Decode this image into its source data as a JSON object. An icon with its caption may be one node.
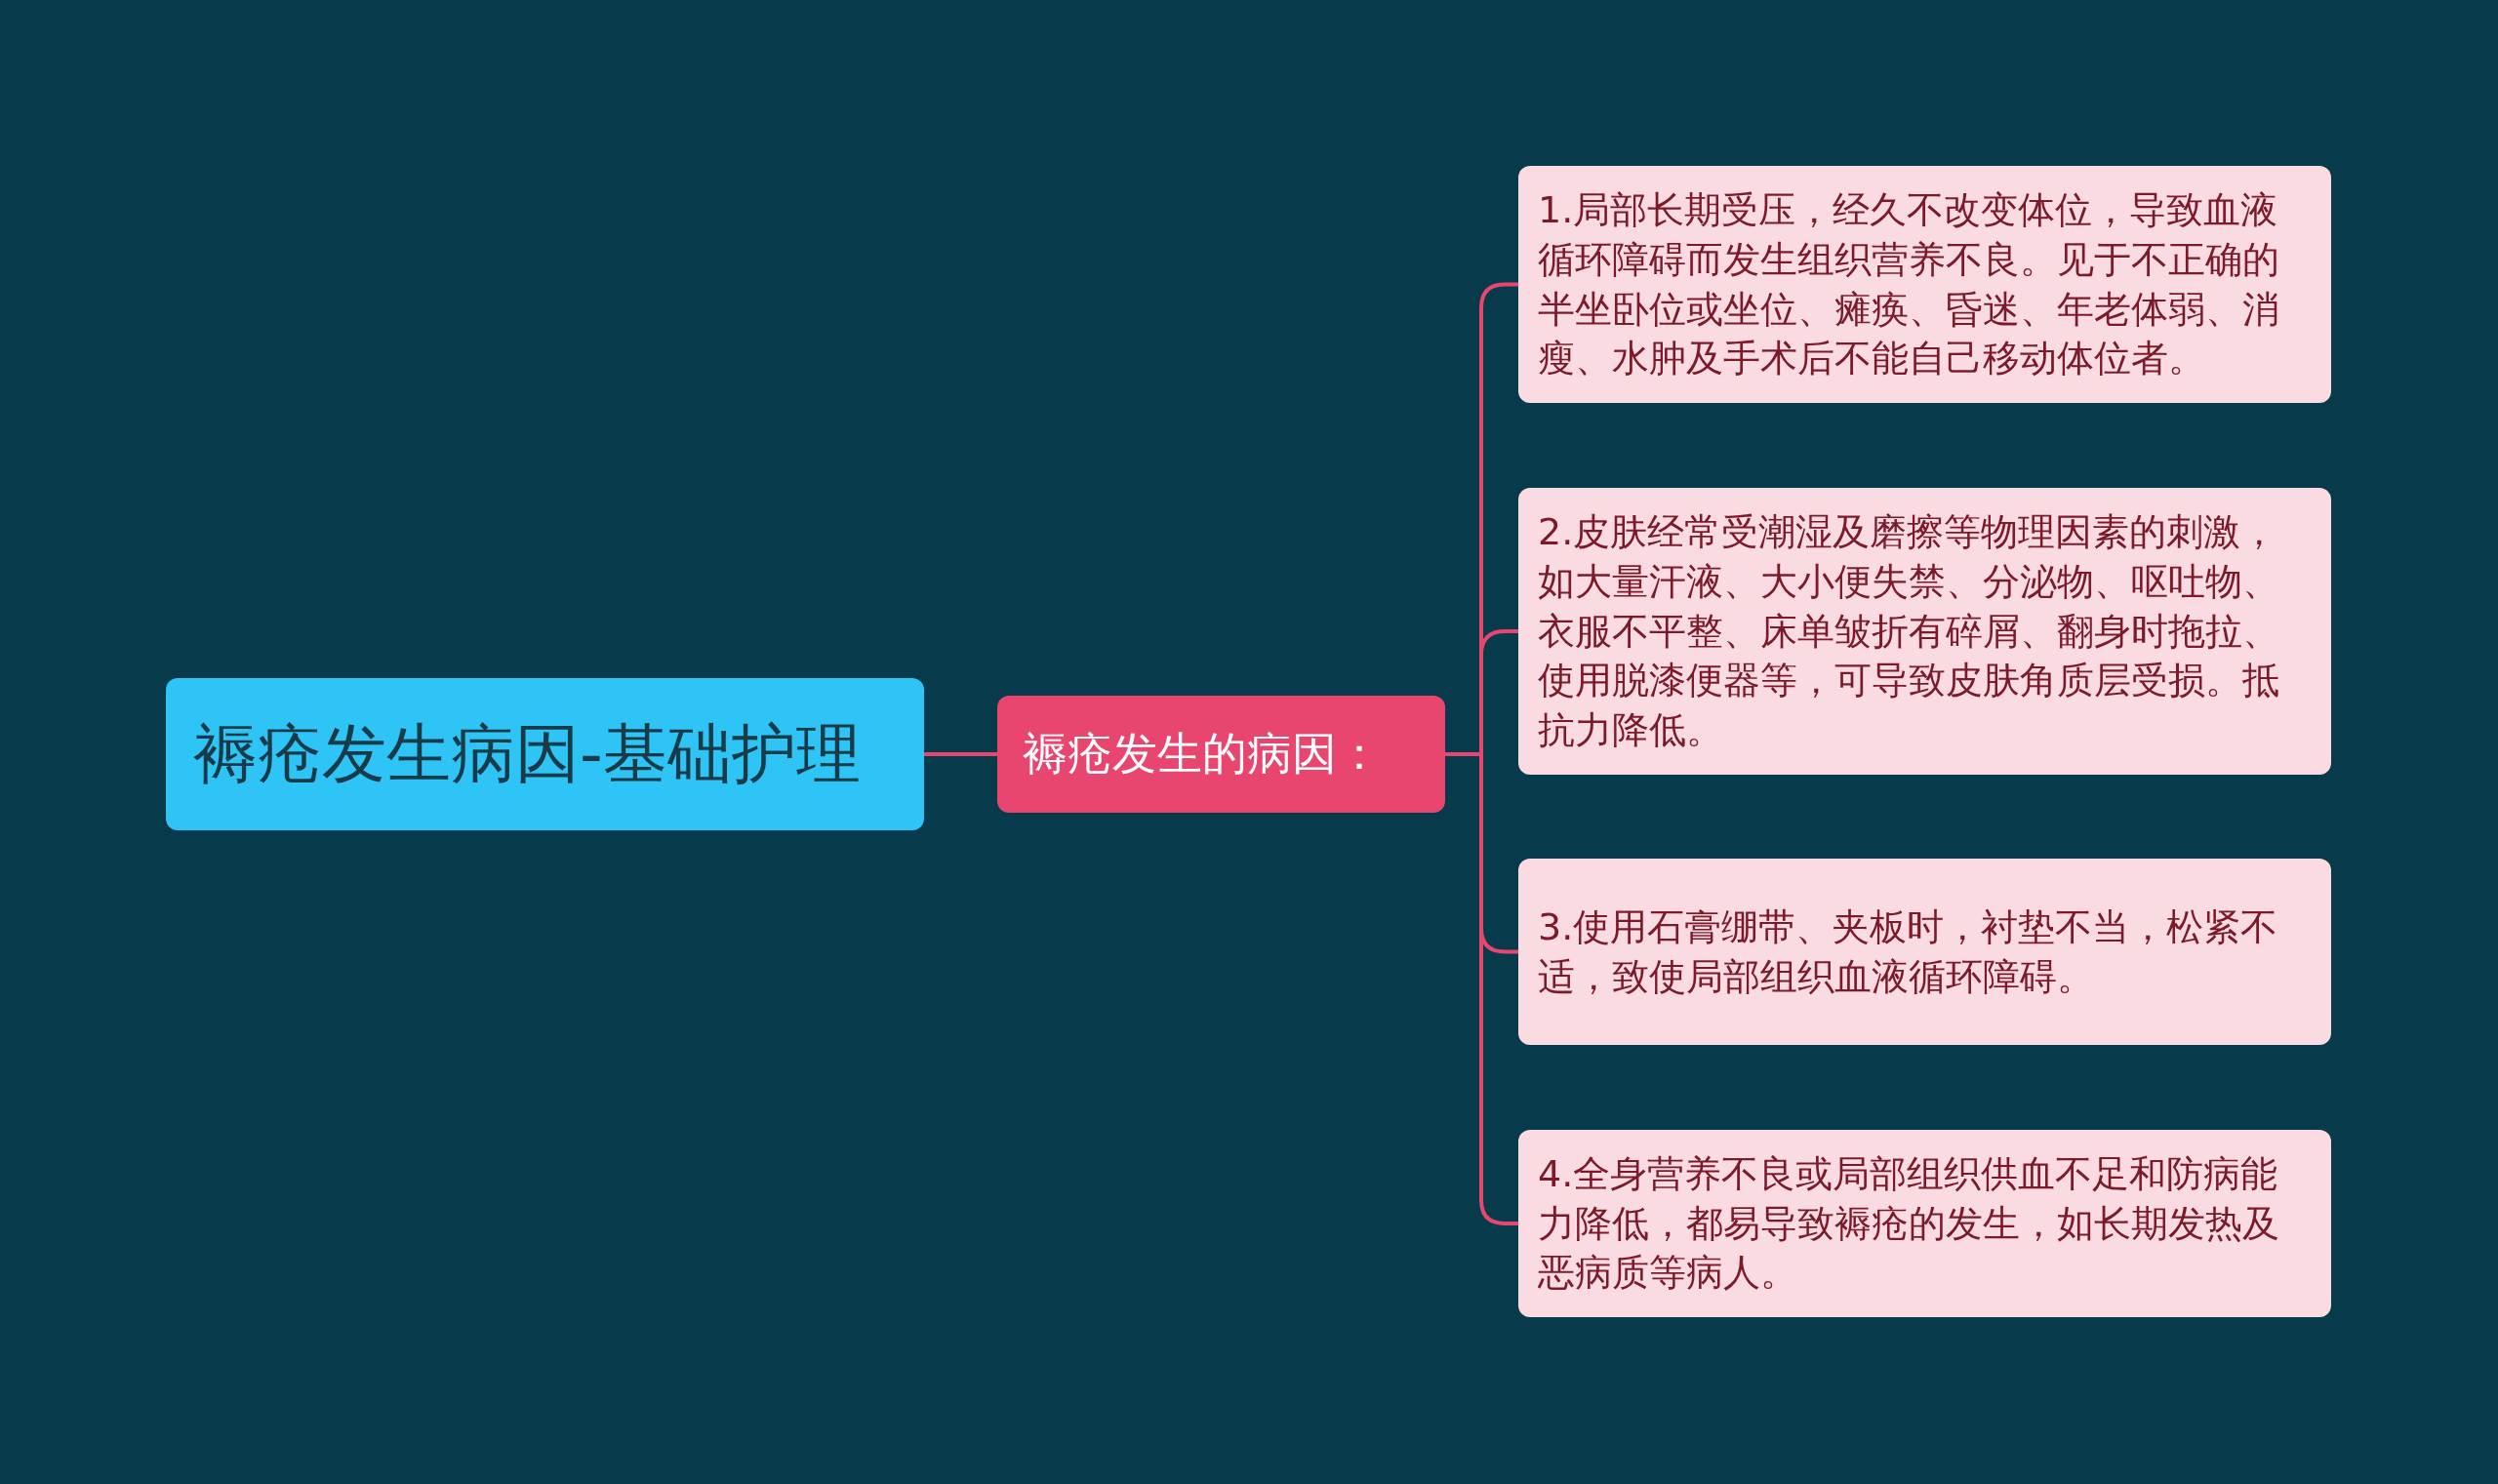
{
  "diagram": {
    "nodes": [
      {
        "text": [
          "褥疮发生病因-基础护理"
        ]
      },
      {
        "text": [
          "褥疮发生的病因："
        ]
      },
      {
        "text": [
          "1.局部长期受压，经久不改变体位，导致血液循环障碍而发生组织营养不良。见于不正确的半坐卧位或坐位、瘫痪、昏迷、年老体弱、消瘦、水肿及手术后不能自己移动体位者。"
        ]
      },
      {
        "text": [
          "2.皮肤经常受潮湿及磨擦等物理因素的刺激，如大量汗液、大小便失禁、分泌物、呕吐物、衣服不平整、床单皱折有碎屑、翻身时拖拉、使用脱漆便器等，可导致皮肤角质层受损。抵抗力降低。"
        ]
      },
      {
        "text": [
          "3.使用石膏绷带、夹板时，衬垫不当，松紧不适，致使局部组织血液循环障碍。"
        ]
      },
      {
        "text": [
          "4.全身营养不良或局部组织供血不足和防病能力降低，都易导致褥疮的发生，如长期发热及恶病质等病人。"
        ]
      }
    ],
    "edges": [
      {
        "from": 0,
        "to": 1,
        "arrow": "none"
      },
      {
        "from": 1,
        "to": 2,
        "arrow": "none"
      },
      {
        "from": 1,
        "to": 3,
        "arrow": "none"
      },
      {
        "from": 1,
        "to": 4,
        "arrow": "none"
      },
      {
        "from": 1,
        "to": 5,
        "arrow": "none"
      }
    ]
  }
}
